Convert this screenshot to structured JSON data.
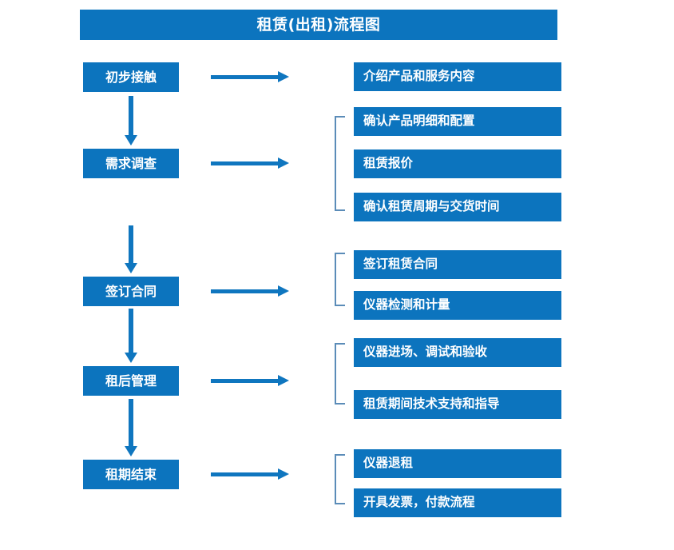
{
  "header": {
    "title": "租赁(出租)流程图"
  },
  "colors": {
    "box_blue": "#0c74be",
    "arrow_blue": "#0f76bf",
    "bracket_blue": "#5b8cb8",
    "text_white": "#ffffff",
    "background": "#ffffff"
  },
  "flow": {
    "stages": [
      {
        "label": "初步接触"
      },
      {
        "label": "需求调查"
      },
      {
        "label": "签订合同"
      },
      {
        "label": "租后管理"
      },
      {
        "label": "租期结束"
      }
    ],
    "groups": [
      {
        "stage": "初步接触",
        "bracket": false,
        "tasks": [
          {
            "label": "介绍产品和服务内容"
          }
        ]
      },
      {
        "stage": "需求调查",
        "bracket": true,
        "tasks": [
          {
            "label": "确认产品明细和配置"
          },
          {
            "label": "租赁报价"
          },
          {
            "label": "确认租赁周期与交货时间"
          }
        ]
      },
      {
        "stage": "签订合同",
        "bracket": true,
        "tasks": [
          {
            "label": "签订租赁合同"
          },
          {
            "label": "仪器检测和计量"
          }
        ]
      },
      {
        "stage": "租后管理",
        "bracket": true,
        "tasks": [
          {
            "label": "仪器进场、调试和验收"
          },
          {
            "label": "租赁期间技术支持和指导"
          }
        ]
      },
      {
        "stage": "租期结束",
        "bracket": true,
        "tasks": [
          {
            "label": "仪器退租"
          },
          {
            "label": "开具发票，付款流程"
          }
        ]
      }
    ]
  }
}
